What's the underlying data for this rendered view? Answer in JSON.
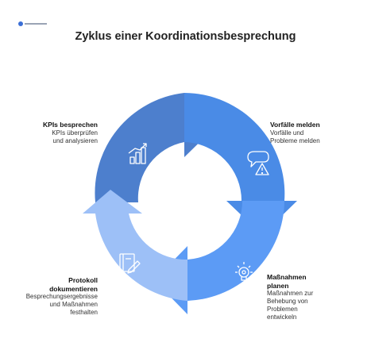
{
  "title": "Zyklus einer Koordinationsbesprechung",
  "colors": {
    "kpi": "#4d7fcd",
    "vorfaelle": "#4a8be6",
    "massnahmen": "#5c9bf5",
    "protokoll": "#9dc0f7"
  },
  "steps": [
    {
      "id": "kpi",
      "title": "KPIs besprechen",
      "lines": [
        "KPIs überprüfen",
        "und analysieren"
      ],
      "icon": "bar-chart-icon"
    },
    {
      "id": "vorfaelle",
      "title": "Vorfälle melden",
      "lines": [
        "Vorfälle und",
        "Probleme melden"
      ],
      "icon": "chat-warning-icon"
    },
    {
      "id": "massnahmen",
      "title_lines": [
        "Maßnahmen",
        "planen"
      ],
      "lines": [
        "Maßnahmen zur",
        "Behebung von",
        "Problemen",
        "entwickeln"
      ],
      "icon": "lightbulb-gear-icon"
    },
    {
      "id": "protokoll",
      "title_lines": [
        "Protokoll",
        "dokumentieren"
      ],
      "lines": [
        "Besprechungsergebnisse",
        "und Maßnahmen",
        "festhalten"
      ],
      "icon": "notebook-pen-icon"
    }
  ]
}
